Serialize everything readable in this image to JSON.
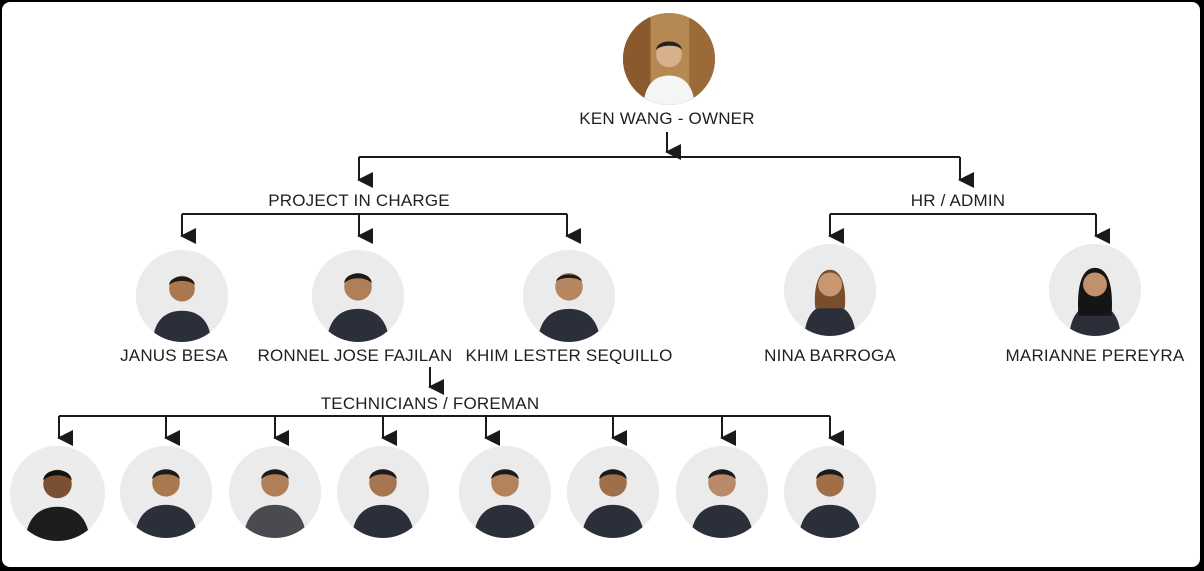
{
  "owner": {
    "label": "KEN WANG - OWNER",
    "icon": "owner-photo"
  },
  "groups": {
    "project": "PROJECT IN CHARGE",
    "hr": "HR / ADMIN",
    "technicians": "TECHNICIANS / FOREMAN"
  },
  "project_staff": [
    {
      "name": "JANUS BESA"
    },
    {
      "name": "RONNEL JOSE FAJILAN"
    },
    {
      "name": "KHIM LESTER SEQUILLO"
    }
  ],
  "hr_staff": [
    {
      "name": "NINA BARROGA"
    },
    {
      "name": "MARIANNE PEREYRA"
    }
  ],
  "technician_count_shown": 8,
  "colors": {
    "line": "#1a1a1a",
    "shirt": "#2b2f3a",
    "text": "#1f1f1f",
    "background": "#ffffff"
  }
}
